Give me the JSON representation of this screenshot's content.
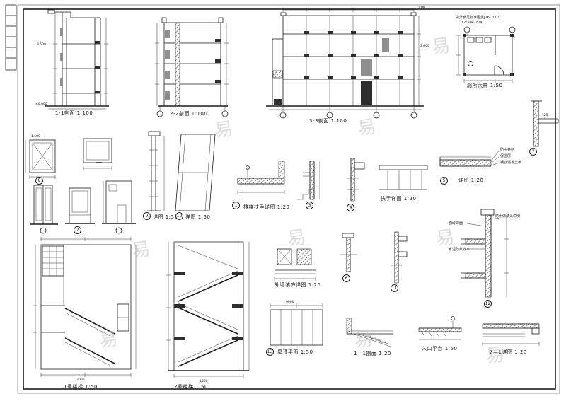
{
  "watermark": {
    "char": "易"
  },
  "sections": {
    "s11": {
      "label": "1-1剖面 1:100"
    },
    "s22": {
      "label": "2-2剖面 1:100"
    },
    "s33": {
      "label": "3-3剖面 1:100"
    },
    "toilet": {
      "label": "厕所大样 1:50",
      "note1": "做法参见标准图集J16-2001",
      "note2": "T2/3-A-1B/4"
    },
    "tall1": {
      "label": "详图 1:50"
    },
    "tall2": {
      "label": "详图 1:50"
    },
    "handrail1": {
      "label": "楼梯扶手详图 1:20"
    },
    "fushou": {
      "label": "扶手详图 1:20"
    },
    "eave": {
      "label": "详图 1:20",
      "notes": [
        "防水卷材",
        "保温层",
        "钢筋混凝土板"
      ]
    },
    "stair1": {
      "label": "1号楼梯 1:50"
    },
    "stair2": {
      "label": "2号楼梯 1:50"
    },
    "facade": {
      "label": "外墙装饰详图 1:20"
    },
    "wall12": {
      "notes": [
        "面砖饰面",
        "水泥砂浆找平",
        "防水做法见说明"
      ]
    },
    "roofplan": {
      "label": "屋顶平面 1:50"
    },
    "s11small": {
      "label": "1—1剖面 1:20"
    },
    "platform": {
      "label": "入口平台 1:50"
    },
    "s21": {
      "label": "2—1详图 1:20"
    }
  },
  "bubbles": {
    "n1": "1",
    "n2": "2",
    "n3": "3",
    "n4": "4",
    "n5": "5",
    "n6": "6",
    "n7": "7",
    "n8": "8",
    "n9": "9",
    "n10": "10",
    "n11": "11",
    "n12": "12",
    "n13": "13"
  },
  "dims": {
    "d1": "3.600",
    "d2": "±0.000",
    "d3": "1,500",
    "d4": "3000",
    "d5": "9000",
    "d6": "120",
    "d7": "12.00",
    "d8": "1500"
  }
}
